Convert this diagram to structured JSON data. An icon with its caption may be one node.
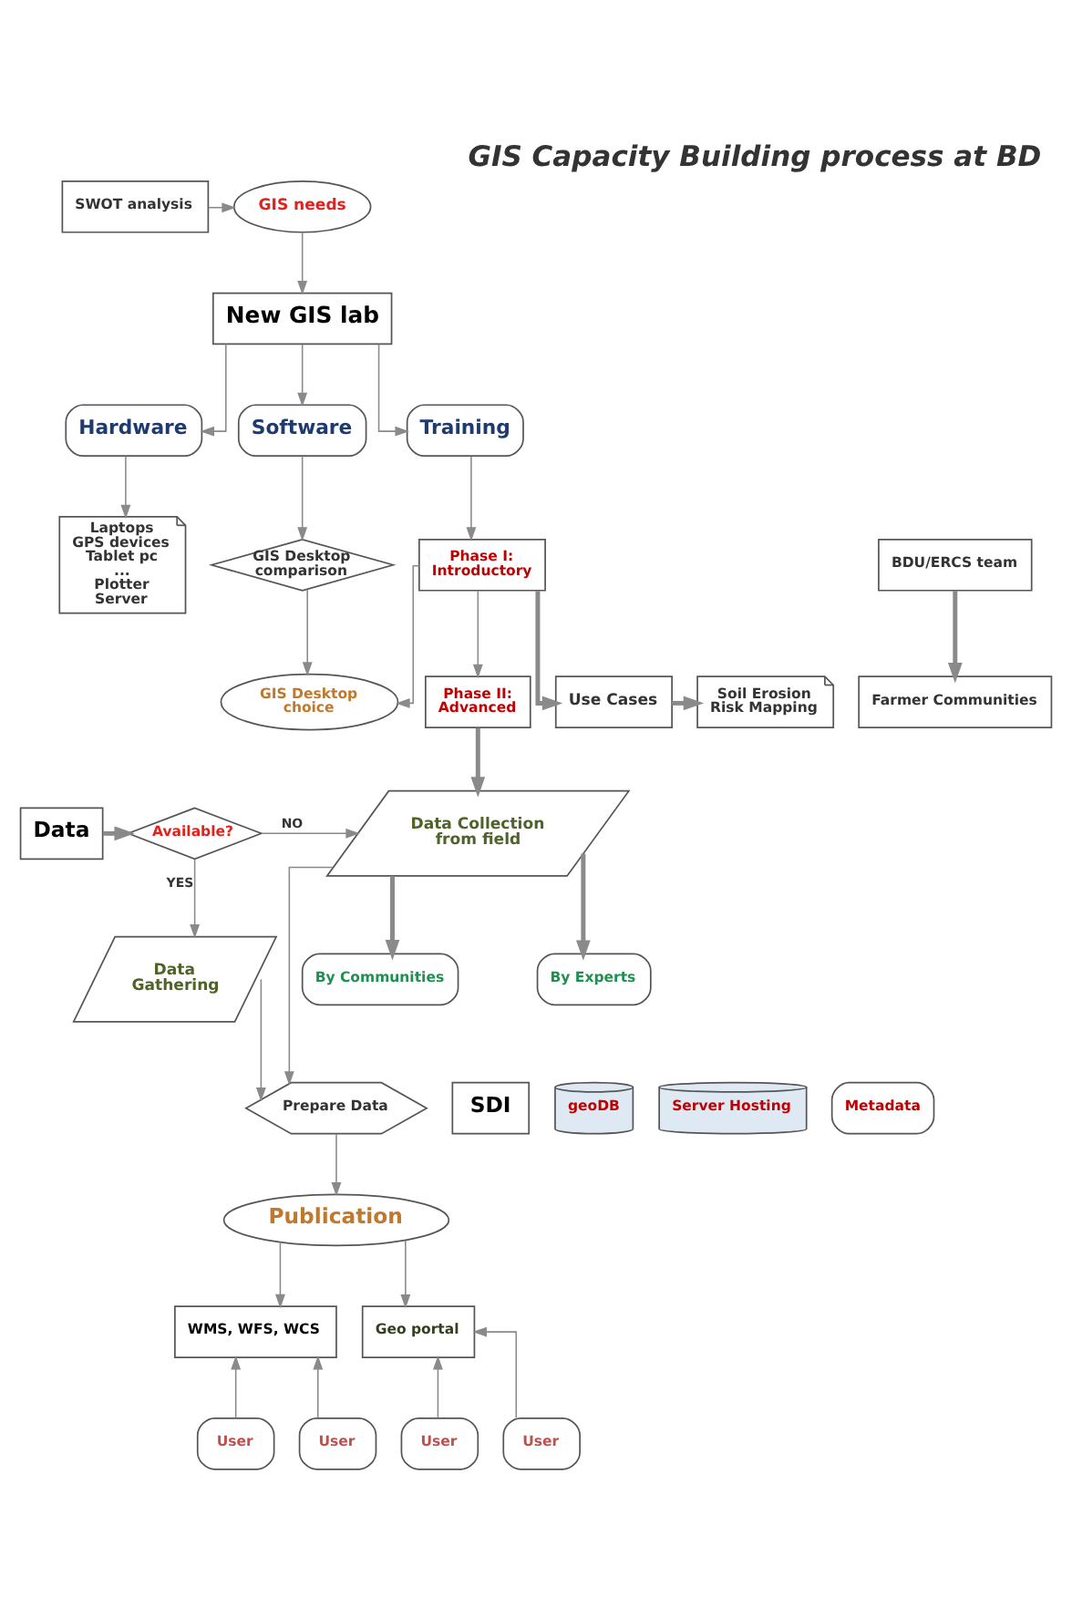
{
  "diagram": {
    "title": "GIS Capacity Building process at BD",
    "nodes": [
      {
        "text": [
          "SWOT analysis"
        ]
      },
      {
        "text": [
          "GIS needs"
        ]
      },
      {
        "text": [
          "New GIS lab"
        ]
      },
      {
        "text": [
          "Hardware"
        ]
      },
      {
        "text": [
          "Software"
        ]
      },
      {
        "text": [
          "Training"
        ]
      },
      {
        "text": [
          "Laptops",
          "GPS devices",
          "Tablet pc",
          "...",
          "Plotter",
          "Server"
        ]
      },
      {
        "text": [
          "GIS Desktop comparison"
        ]
      },
      {
        "text": [
          "BDU/ERCS team"
        ]
      },
      {
        "text": [
          "Phase I: Introductory"
        ]
      },
      {
        "text": [
          "GIS Desktop choice"
        ]
      },
      {
        "text": [
          "Use Cases"
        ]
      },
      {
        "text": [
          "Soil Erosion Risk Mapping"
        ]
      },
      {
        "text": [
          "Phase II: Advanced"
        ]
      },
      {
        "text": [
          "Farmer Communities"
        ]
      },
      {
        "text": [
          "Data"
        ]
      },
      {
        "text": [
          "Available?"
        ]
      },
      {
        "text": [
          "Data Collection from field"
        ]
      },
      {
        "text": [
          "By Experts"
        ]
      },
      {
        "text": [
          "By Communities"
        ]
      },
      {
        "text": [
          "Data Gathering"
        ]
      },
      {
        "text": [
          "SDI"
        ]
      },
      {
        "text": [
          "Prepare Data"
        ]
      },
      {
        "text": [
          "geoDB"
        ]
      },
      {
        "text": [
          "Server Hosting"
        ]
      },
      {
        "text": [
          "Metadata"
        ]
      },
      {
        "text": [
          "WMS, WFS, WCS"
        ]
      },
      {
        "text": [
          "Publication"
        ]
      },
      {
        "text": [
          "Geo portal"
        ]
      },
      {
        "text": [
          "User"
        ]
      },
      {
        "text": [
          "User"
        ]
      },
      {
        "text": [
          "User"
        ]
      },
      {
        "text": [
          "User"
        ]
      }
    ],
    "edges": [
      {
        "from": 0,
        "to": 1,
        "arrow": "to"
      },
      {
        "from": 1,
        "to": 2,
        "arrow": "to"
      },
      {
        "from": 2,
        "to": 3,
        "arrow": "to"
      },
      {
        "from": 2,
        "to": 4,
        "arrow": "to"
      },
      {
        "from": 2,
        "to": 5,
        "arrow": "to"
      },
      {
        "from": 3,
        "to": 6,
        "arrow": "to"
      },
      {
        "from": 4,
        "to": 7,
        "arrow": "to"
      },
      {
        "from": 7,
        "to": 10,
        "arrow": "to"
      },
      {
        "from": 5,
        "to": 9,
        "arrow": "to"
      },
      {
        "from": 9,
        "to": 10,
        "arrow": "to"
      },
      {
        "from": 9,
        "to": 13,
        "arrow": "to"
      },
      {
        "from": 9,
        "to": 11,
        "arrow": "to",
        "style": "thick"
      },
      {
        "from": 11,
        "to": 12,
        "arrow": "to",
        "style": "thick"
      },
      {
        "from": 8,
        "to": 14,
        "arrow": "to",
        "style": "thick"
      },
      {
        "from": 13,
        "to": 17,
        "arrow": "to",
        "style": "thick"
      },
      {
        "from": 15,
        "to": 16,
        "arrow": "to",
        "style": "thick"
      },
      {
        "from": 16,
        "to": 17,
        "arrow": "to",
        "label": "NO"
      },
      {
        "from": 16,
        "to": 20,
        "arrow": "to",
        "label": "YES"
      },
      {
        "from": 17,
        "to": 18,
        "arrow": "to",
        "style": "thick"
      },
      {
        "from": 17,
        "to": 19,
        "arrow": "to",
        "style": "thick"
      },
      {
        "from": 20,
        "to": 22,
        "arrow": "to"
      },
      {
        "from": 17,
        "to": 22,
        "arrow": "to"
      },
      {
        "from": 22,
        "to": 27,
        "arrow": "to"
      },
      {
        "from": 27,
        "to": 26,
        "arrow": "to"
      },
      {
        "from": 27,
        "to": 28,
        "arrow": "to"
      },
      {
        "from": 29,
        "to": 26,
        "arrow": "to"
      },
      {
        "from": 30,
        "to": 26,
        "arrow": "to"
      },
      {
        "from": 31,
        "to": 28,
        "arrow": "to"
      },
      {
        "from": 32,
        "to": 28,
        "arrow": "to"
      }
    ]
  }
}
